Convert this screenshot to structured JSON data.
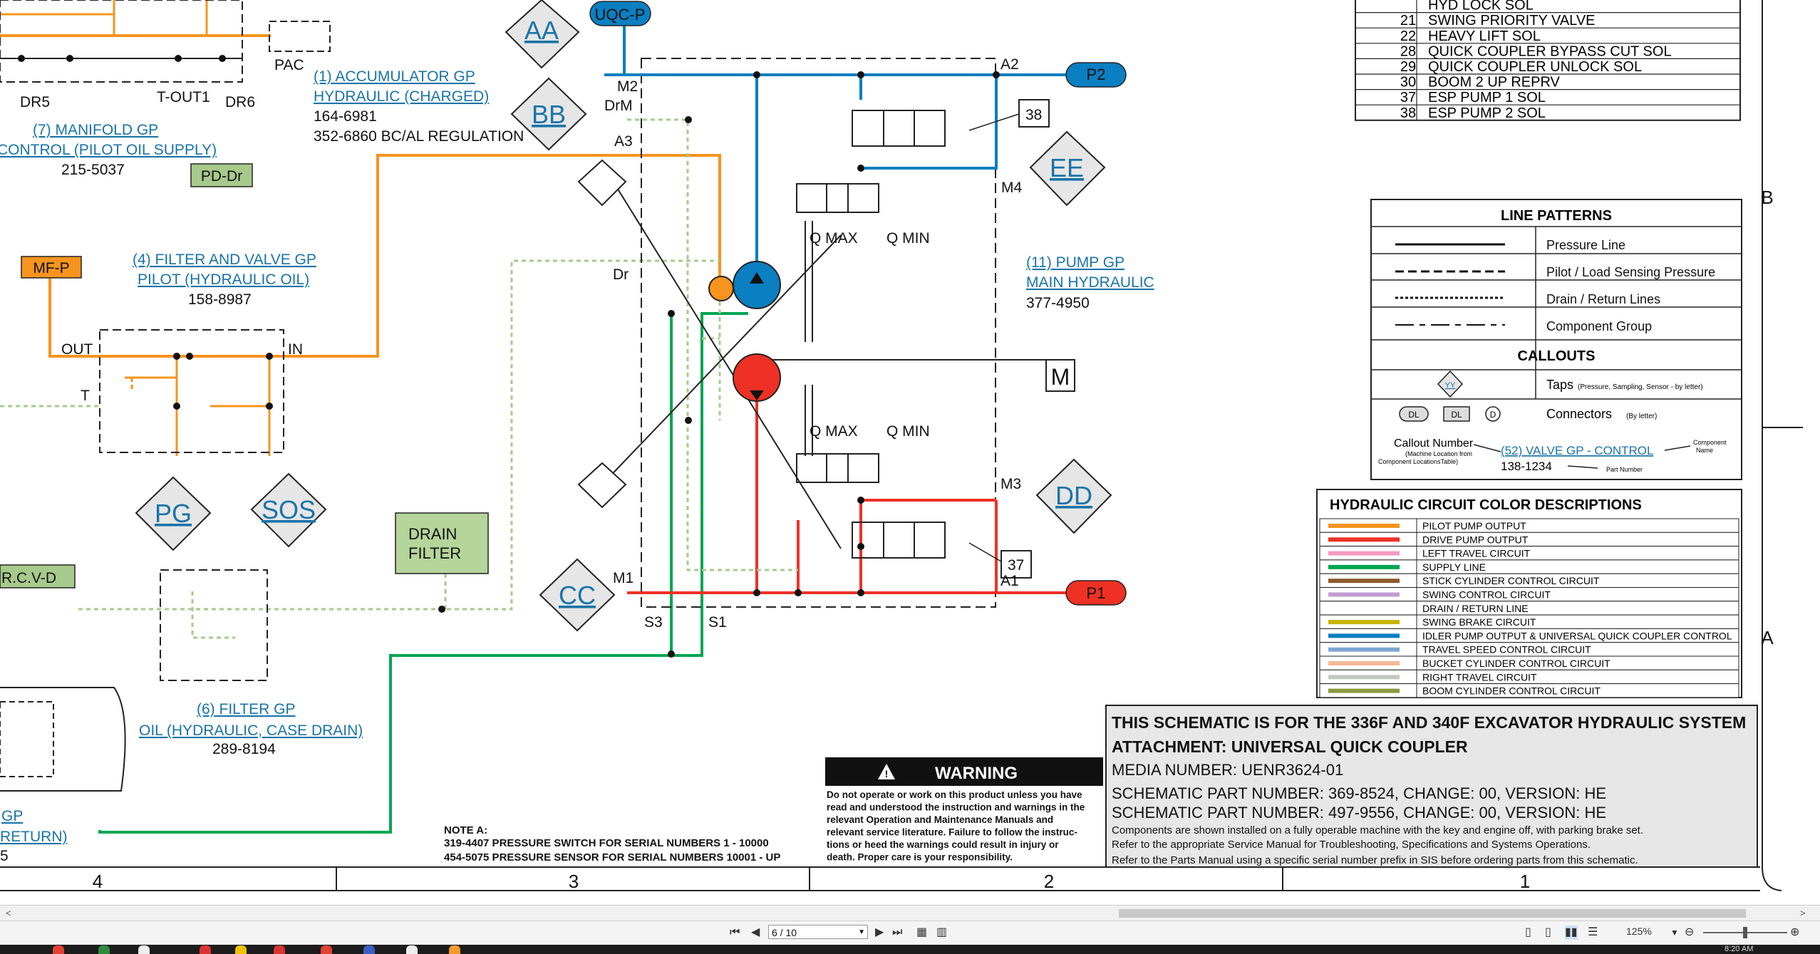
{
  "schematic": {
    "components": {
      "pac": "PAC",
      "dr5": "DR5",
      "tout1": "T-OUT1",
      "dr6": "DR6",
      "accumulator_title": "(1) ACCUMULATOR GP",
      "accumulator_sub": "HYDRAULIC (CHARGED)",
      "accumulator_pn1": "164-6981",
      "accumulator_pn2": "352-6860 BC/AL REGULATION",
      "manifold_title": "(7) MANIFOLD GP",
      "manifold_sub": "CONTROL (PILOT OIL SUPPLY)",
      "manifold_pn": "215-5037",
      "pd_dr": "PD-Dr",
      "mf_p": "MF-P",
      "filter4_title": "(4) FILTER AND VALVE GP",
      "filter4_sub": "PILOT (HYDRAULIC OIL)",
      "filter4_pn": "158-8987",
      "out": "OUT",
      "in": "IN",
      "t": "T",
      "pg": "PG",
      "sos": "SOS",
      "drain_filter_1": "DRAIN",
      "drain_filter_2": "FILTER",
      "rcvd": "R.C.V-D",
      "filter6_title": "(6) FILTER GP",
      "filter6_sub": "OIL (HYDRAULIC, CASE DRAIN)",
      "filter6_pn": "289-8194",
      "gp_partial": "GP",
      "return_partial": "RETURN)",
      "pn_partial": "5",
      "aa": "AA",
      "bb": "BB",
      "cc": "CC",
      "dd": "DD",
      "ee": "EE",
      "uqcp": "UQC-P",
      "m2": "M2",
      "drm": "DrM",
      "a3": "A3",
      "a2": "A2",
      "a1": "A1",
      "m1": "M1",
      "m3": "M3",
      "m4": "M4",
      "s1": "S1",
      "s3": "S3",
      "dr": "Dr",
      "p1": "P1",
      "p2": "P2",
      "qmax_top": "Q MAX",
      "qmin_top": "Q MIN",
      "qmax_bot": "Q MAX",
      "qmin_bot": "Q MIN",
      "c38": "38",
      "c37": "37",
      "motor": "M",
      "pump_title": "(11) PUMP GP",
      "pump_sub": "MAIN HYDRAULIC",
      "pump_pn": "377-4950"
    },
    "parts_table": [
      {
        "num": "",
        "desc": "HYD LOCK SOL"
      },
      {
        "num": "21",
        "desc": "SWING PRIORITY VALVE"
      },
      {
        "num": "22",
        "desc": "HEAVY LIFT SOL"
      },
      {
        "num": "28",
        "desc": "QUICK COUPLER BYPASS CUT SOL"
      },
      {
        "num": "29",
        "desc": "QUICK COUPLER UNLOCK SOL"
      },
      {
        "num": "30",
        "desc": "BOOM 2 UP REPRV"
      },
      {
        "num": "37",
        "desc": "ESP PUMP 1 SOL"
      },
      {
        "num": "38",
        "desc": "ESP PUMP 2 SOL"
      }
    ],
    "line_patterns": {
      "title": "LINE PATTERNS",
      "items": [
        "Pressure Line",
        "Pilot / Load Sensing Pressure",
        "Drain / Return Lines",
        "Component Group"
      ]
    },
    "callouts": {
      "title": "CALLOUTS",
      "taps_label": "Taps",
      "taps_note": "(Pressure, Sampling, Sensor - by letter)",
      "tap_symbol": "YY",
      "conn_dl1": "DL",
      "conn_dl2": "DL",
      "conn_d": "D",
      "connectors_label": "Connectors",
      "connectors_note": "(By letter)",
      "callout_number": "Callout Number",
      "callout_note1": "(Machine Location from",
      "callout_note2": "Component LocationsTable)",
      "callout_example": "(52) VALVE GP - CONTROL",
      "callout_pn": "138-1234",
      "component_name1": "Component",
      "component_name2": "Name",
      "part_number": "Part Number"
    },
    "color_descriptions": {
      "title": "HYDRAULIC CIRCUIT COLOR DESCRIPTIONS",
      "items": [
        {
          "label": "PILOT PUMP OUTPUT",
          "color": "#f7941d"
        },
        {
          "label": "DRIVE PUMP OUTPUT",
          "color": "#ee3124"
        },
        {
          "label": "LEFT TRAVEL CIRCUIT",
          "color": "#f49ac1"
        },
        {
          "label": "SUPPLY LINE",
          "color": "#00a651"
        },
        {
          "label": "STICK CYLINDER CONTROL CIRCUIT",
          "color": "#8b5a2b"
        },
        {
          "label": "SWING CONTROL CIRCUIT",
          "color": "#c39bd3"
        },
        {
          "label": "DRAIN / RETURN LINE",
          "color": "#a8c98c"
        },
        {
          "label": "SWING BRAKE CIRCUIT",
          "color": "#c8b400"
        },
        {
          "label": "IDLER PUMP OUTPUT & UNIVERSAL QUICK COUPLER CONTROL",
          "color": "#0a7fc1"
        },
        {
          "label": "TRAVEL SPEED CONTROL CIRCUIT",
          "color": "#7fa7d6"
        },
        {
          "label": "BUCKET CYLINDER CONTROL CIRCUIT",
          "color": "#f5b895"
        },
        {
          "label": "RIGHT TRAVEL CIRCUIT",
          "color": "#c0c8c0"
        },
        {
          "label": "BOOM CYLINDER CONTROL CIRCUIT",
          "color": "#8a9a3c"
        }
      ]
    },
    "warning": {
      "title": "WARNING",
      "lines": [
        "Do not operate or work on this product unless you have",
        "read and understood the instruction and warnings in the",
        "relevant Operation and Maintenance Manuals and",
        "relevant service literature. Failure to follow the instruc-",
        "tions or heed the warnings could result in injury or",
        "death. Proper care is your responsibility."
      ]
    },
    "note": {
      "title": "NOTE A:",
      "line1": "319-4407 PRESSURE SWITCH FOR SERIAL NUMBERS 1 - 10000",
      "line2": "454-5075 PRESSURE SENSOR FOR SERIAL NUMBERS 10001 - UP"
    },
    "title_block": {
      "line1": "THIS SCHEMATIC IS FOR THE 336F AND 340F EXCAVATOR HYDRAULIC SYSTEM",
      "line2": "ATTACHMENT: UNIVERSAL QUICK COUPLER",
      "line3": "MEDIA NUMBER: UENR3624-01",
      "line4": "SCHEMATIC PART NUMBER: 369-8524, CHANGE: 00, VERSION: HE",
      "line5": "SCHEMATIC PART NUMBER: 497-9556, CHANGE: 00, VERSION: HE",
      "line6": "Components are shown installed on a fully operable machine with the key and engine off, with parking brake set.",
      "line7": "Refer to the appropriate Service Manual for Troubleshooting, Specifications and Systems Operations.",
      "line8": "Refer to the Parts Manual using a specific serial number prefix in SIS before ordering parts from this schematic."
    },
    "zones": {
      "col4": "4",
      "col3": "3",
      "col2": "2",
      "col1": "1",
      "rowB": "B",
      "rowA": "A"
    }
  },
  "viewer": {
    "page_input": "6 / 10",
    "zoom": "125%",
    "clock": "8:20 AM",
    "icons": [
      "first-page-icon",
      "prev-page-icon",
      "next-page-icon",
      "last-page-icon",
      "page-view-icon",
      "two-page-icon"
    ]
  }
}
